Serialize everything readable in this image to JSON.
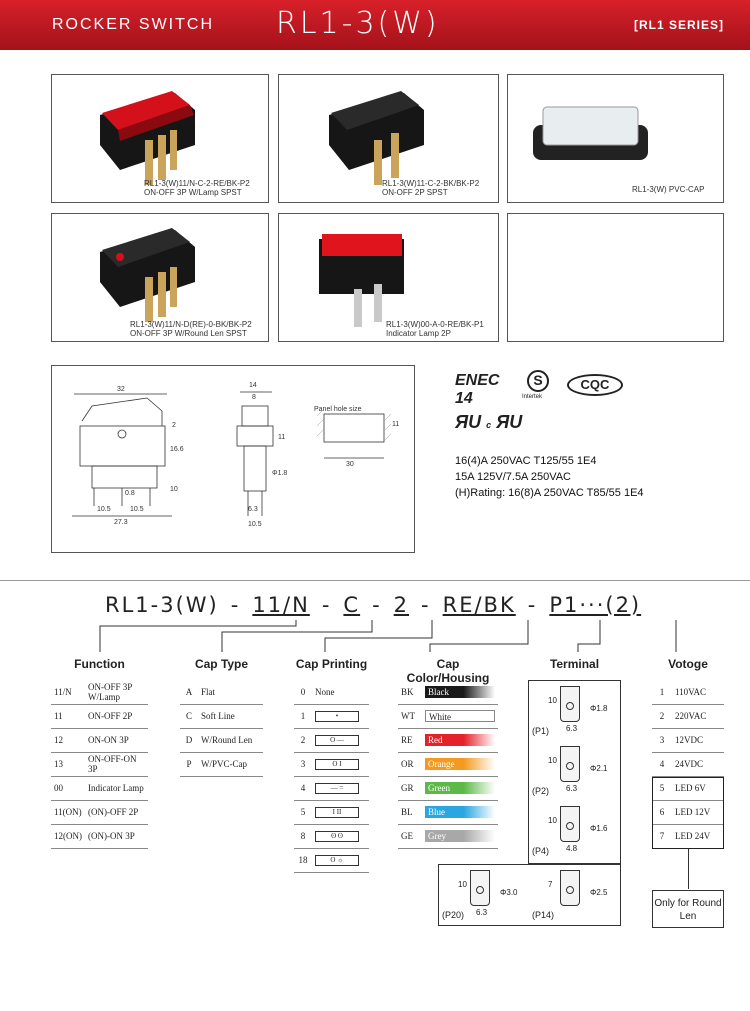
{
  "header": {
    "title": "ROCKER SWITCH",
    "model": "RL1-3(W)",
    "series": "[RL1 SERIES]"
  },
  "products": [
    {
      "label1": "RL1-3(W)11/N-C-2-RE/BK-P2",
      "label2": "ON-OFF 3P W/Lamp SPST"
    },
    {
      "label1": "RL1-3(W)11-C-2-BK/BK-P2",
      "label2": "ON-OFF 2P SPST"
    },
    {
      "label1": "RL1-3(W)  PVC-CAP",
      "label2": ""
    },
    {
      "label1": "RL1-3(W)11/N-D(RE)-0-BK/BK-P2",
      "label2": "ON-OFF 3P W/Round Len SPST"
    },
    {
      "label1": "RL1-3(W)00-A-0-RE/BK-P1",
      "label2": "Indicator Lamp 2P"
    }
  ],
  "drawing": {
    "d32": "32",
    "d14": "14",
    "d8": "8",
    "d2": "2",
    "d11": "11",
    "d166": "16.6",
    "d10": "10",
    "d08": "0.8",
    "d105a": "10.5",
    "d105b": "10.5",
    "d273": "27.3",
    "d63": "6.3",
    "d105c": "10.5",
    "d18": "Φ1.8",
    "panel": "Panel hole size",
    "d30": "30",
    "d11b": "11"
  },
  "certs": {
    "mark14": "14",
    "cqc": "CQC",
    "intertek": "Intertek",
    "ul_c": "c",
    "line1": "16(4)A 250VAC  T125/55  1E4",
    "line2": "15A  125V/7.5A  250VAC",
    "line3": "(H)Rating:  16(8)A 250VAC  T85/55  1E4"
  },
  "code": {
    "p1": "RL1-3(W)",
    "d1": "-",
    "p2": "11/N",
    "d2": "-",
    "p3": "C",
    "d3": "-",
    "p4": "2",
    "d4": "-",
    "p5": "RE/BK",
    "d5": "-",
    "p6": "P1···(2)"
  },
  "function": {
    "heading": "Function",
    "rows": [
      [
        "11/N",
        "ON-OFF 3P W/Lamp"
      ],
      [
        "11",
        "ON-OFF 2P"
      ],
      [
        "12",
        "ON-ON  3P"
      ],
      [
        "13",
        "ON-OFF-ON  3P"
      ],
      [
        "00",
        "Indicator Lamp"
      ],
      [
        "11(ON)",
        "(ON)-OFF 2P"
      ],
      [
        "12(ON)",
        "(ON)-ON  3P"
      ]
    ]
  },
  "captype": {
    "heading": "Cap Type",
    "rows": [
      [
        "A",
        "Flat"
      ],
      [
        "C",
        "Soft  Line"
      ],
      [
        "D",
        "W/Round  Len"
      ],
      [
        "P",
        "W/PVC-Cap"
      ]
    ]
  },
  "capprint": {
    "heading": "Cap Printing",
    "rows": [
      [
        "0",
        "None"
      ],
      [
        "1",
        "•"
      ],
      [
        "2",
        "O  —"
      ],
      [
        "3",
        "O  I"
      ],
      [
        "4",
        "—  ="
      ],
      [
        "5",
        "I  II"
      ],
      [
        "8",
        "ʘ  ʘ"
      ],
      [
        "18",
        "O  ☼"
      ]
    ]
  },
  "capcolor": {
    "heading": "Cap Color/Housing",
    "rows": [
      [
        "BK",
        "Black",
        "#1a1a1a"
      ],
      [
        "WT",
        "White",
        "#ffffff"
      ],
      [
        "RE",
        "Red",
        "#e4222a"
      ],
      [
        "OR",
        "Orange",
        "#f39a1f"
      ],
      [
        "GR",
        "Green",
        "#5cb947"
      ],
      [
        "BL",
        "Blue",
        "#2aa6e0"
      ],
      [
        "GE",
        "Grey",
        "#a8a8a8"
      ]
    ]
  },
  "terminal": {
    "heading": "Terminal",
    "items": [
      {
        "name": "(P1)",
        "h": "10",
        "w": "6.3",
        "d": "Φ1.8"
      },
      {
        "name": "(P2)",
        "h": "10",
        "w": "6.3",
        "d": "Φ2.1"
      },
      {
        "name": "(P4)",
        "h": "10",
        "w": "4.8",
        "d": "Φ1.6"
      },
      {
        "name": "(P20)",
        "h": "10",
        "w": "6.3",
        "d": "Φ3.0"
      },
      {
        "name": "(P14)",
        "h": "7",
        "w": "",
        "d": "Φ2.5"
      }
    ]
  },
  "votage": {
    "heading": "Votoge",
    "rows": [
      [
        "1",
        "110VAC"
      ],
      [
        "2",
        "220VAC"
      ],
      [
        "3",
        "12VDC"
      ],
      [
        "4",
        "24VDC"
      ],
      [
        "5",
        "LED 6V"
      ],
      [
        "6",
        "LED 12V"
      ],
      [
        "7",
        "LED 24V"
      ]
    ],
    "note": "Only for Round Len"
  }
}
